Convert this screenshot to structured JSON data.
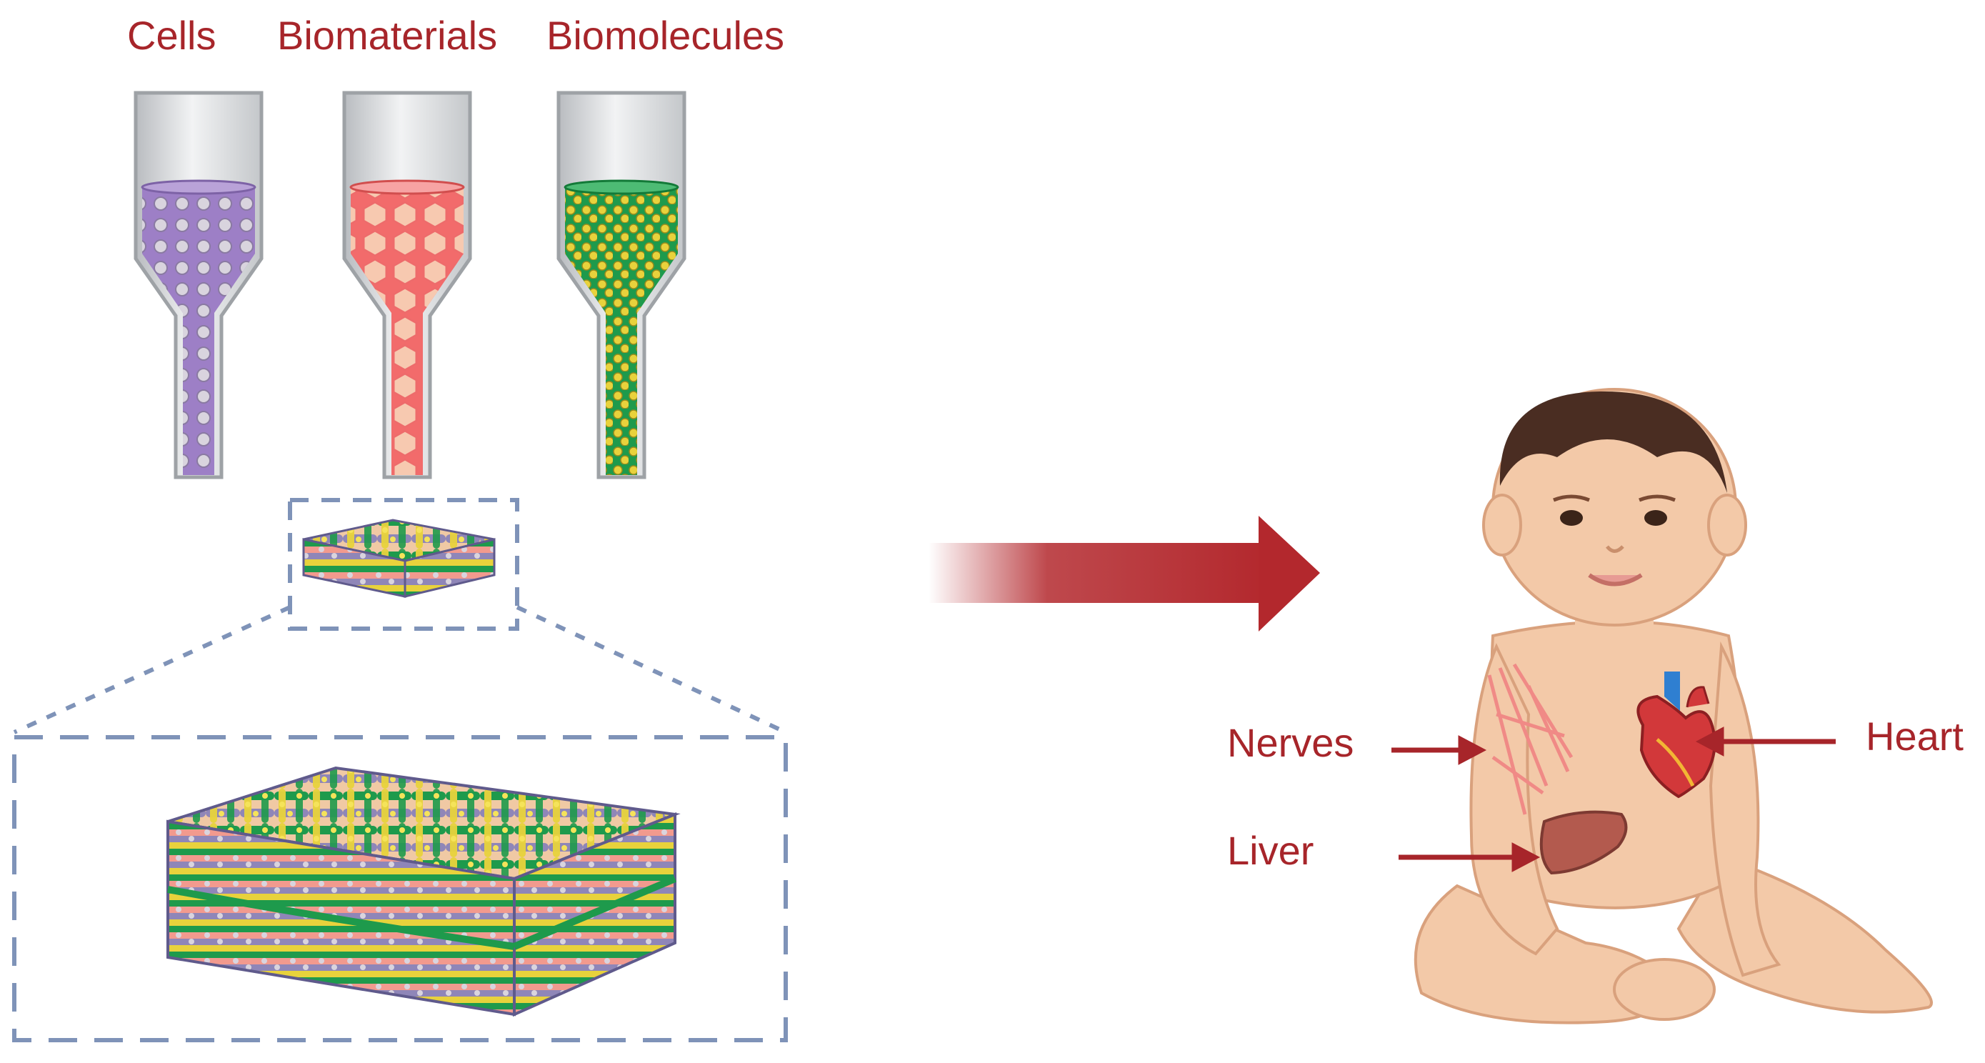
{
  "colors": {
    "label_red": "#a7252a",
    "arrow_red": "#b3282d",
    "cells_purple": "#9d7fc6",
    "biomaterials_red": "#f26b6b",
    "biomolecules_green": "#1e9a4c",
    "particle_yellow": "#e8d23c",
    "dash_blue": "#7f93b8",
    "skin": "#f3c9a8",
    "hair": "#4a2d22"
  },
  "inputs": {
    "cells": "Cells",
    "biomaterials": "Biomaterials",
    "biomolecules": "Biomolecules"
  },
  "organs": {
    "nerves": "Nerves",
    "heart": "Heart",
    "liver": "Liver"
  },
  "icons": {
    "syringe_cells": "syringe-cells-icon",
    "syringe_biomaterials": "syringe-biomaterials-icon",
    "syringe_biomolecules": "syringe-biomolecules-icon",
    "scaffold": "woven-scaffold-icon",
    "infant": "infant-body-icon"
  }
}
